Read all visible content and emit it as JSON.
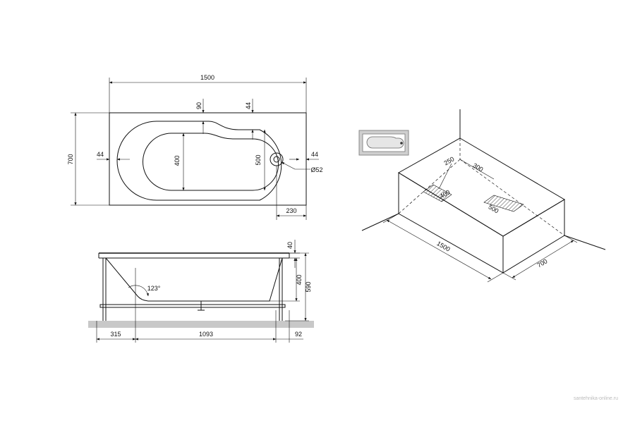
{
  "top_view": {
    "overall_length": "1500",
    "overall_width": "700",
    "rim_side_left": "44",
    "rim_side_right": "44",
    "rim_top_head": "44",
    "rim_top_foot": "90",
    "inner_width_foot": "400",
    "inner_width_head": "500",
    "drain_diameter": "Ø52",
    "drain_offset": "230"
  },
  "side_view": {
    "rim_thickness": "40",
    "depth": "400",
    "height": "590",
    "back_angle": "123°",
    "offset_left": "315",
    "inner_bottom_length": "1093",
    "offset_right": "92"
  },
  "iso_view": {
    "length": "1500",
    "width": "700",
    "support_offset_a": "250",
    "support_offset_b": "300",
    "support_size_a": "400",
    "support_size_b": "500"
  },
  "watermark": "santehnika-online.ru"
}
